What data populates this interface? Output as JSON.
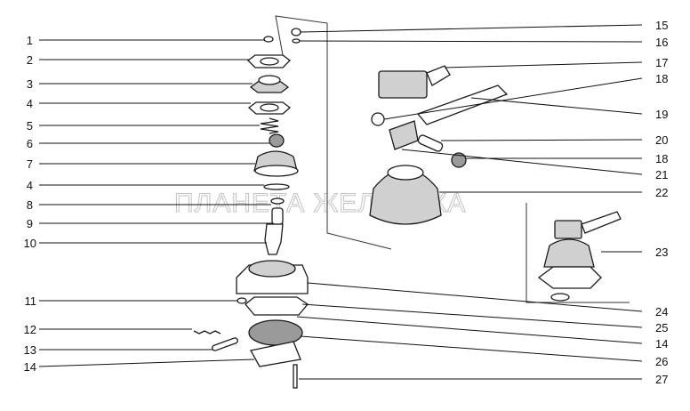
{
  "diagram": {
    "watermark": "ПЛАНЕТА ЖЕЛЕЗЯКА",
    "callouts_left": [
      "1",
      "2",
      "3",
      "4",
      "5",
      "6",
      "7",
      "4",
      "8",
      "9",
      "10",
      "11",
      "12",
      "13",
      "14"
    ],
    "callouts_right": [
      "15",
      "16",
      "17",
      "18",
      "19",
      "20",
      "18",
      "21",
      "22",
      "23",
      "24",
      "25",
      "14",
      "26",
      "27"
    ]
  },
  "colors": {
    "line": "#111111",
    "part_fill": "#ffffff",
    "shade_dark": "#9a9a9a",
    "shade_mid": "#d0d0d0",
    "watermark": "#c4c4c4"
  }
}
